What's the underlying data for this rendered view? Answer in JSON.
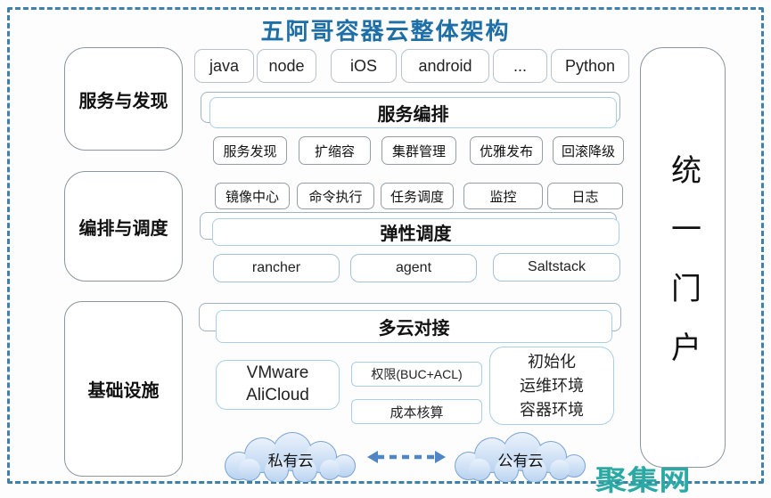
{
  "title": "五阿哥容器云整体架构",
  "watermark": "聚集网",
  "portal": {
    "label": "统一门户"
  },
  "categories": [
    {
      "label": "服务与发现"
    },
    {
      "label": "编排与调度"
    },
    {
      "label": "基础设施"
    }
  ],
  "languages": [
    "java",
    "node",
    "iOS",
    "android",
    "...",
    "Python"
  ],
  "bars": [
    {
      "label": "服务编排"
    },
    {
      "label": "弹性调度"
    },
    {
      "label": "多云对接"
    }
  ],
  "service_features": [
    "服务发现",
    "扩缩容",
    "集群管理",
    "优雅发布",
    "回滚降级"
  ],
  "ops_features": [
    "镜像中心",
    "命令执行",
    "任务调度",
    "监控",
    "日志"
  ],
  "schedulers": [
    "rancher",
    "agent",
    "Saltstack"
  ],
  "infrastructure": {
    "providers_line1": "VMware",
    "providers_line2": "AliCloud",
    "permission": "权限(BUC+ACL)",
    "cost": "成本核算",
    "env_line1": "初始化",
    "env_line2": "运维环境",
    "env_line3": "容器环境"
  },
  "clouds": [
    {
      "label": "私有云"
    },
    {
      "label": "公有云"
    }
  ],
  "colors": {
    "frame_dashed": "#3f81a9",
    "title": "#1e6fa6",
    "watermark": "#2ba9a4",
    "box_border_gray": "#949ea6",
    "box_border_blue": "#a9cfe6",
    "cloud_fill_top": "#eaf2fc",
    "cloud_fill_bottom": "#b9d3f0",
    "cloud_stroke": "#7aa4d6",
    "arrow": "#4f86c6"
  }
}
